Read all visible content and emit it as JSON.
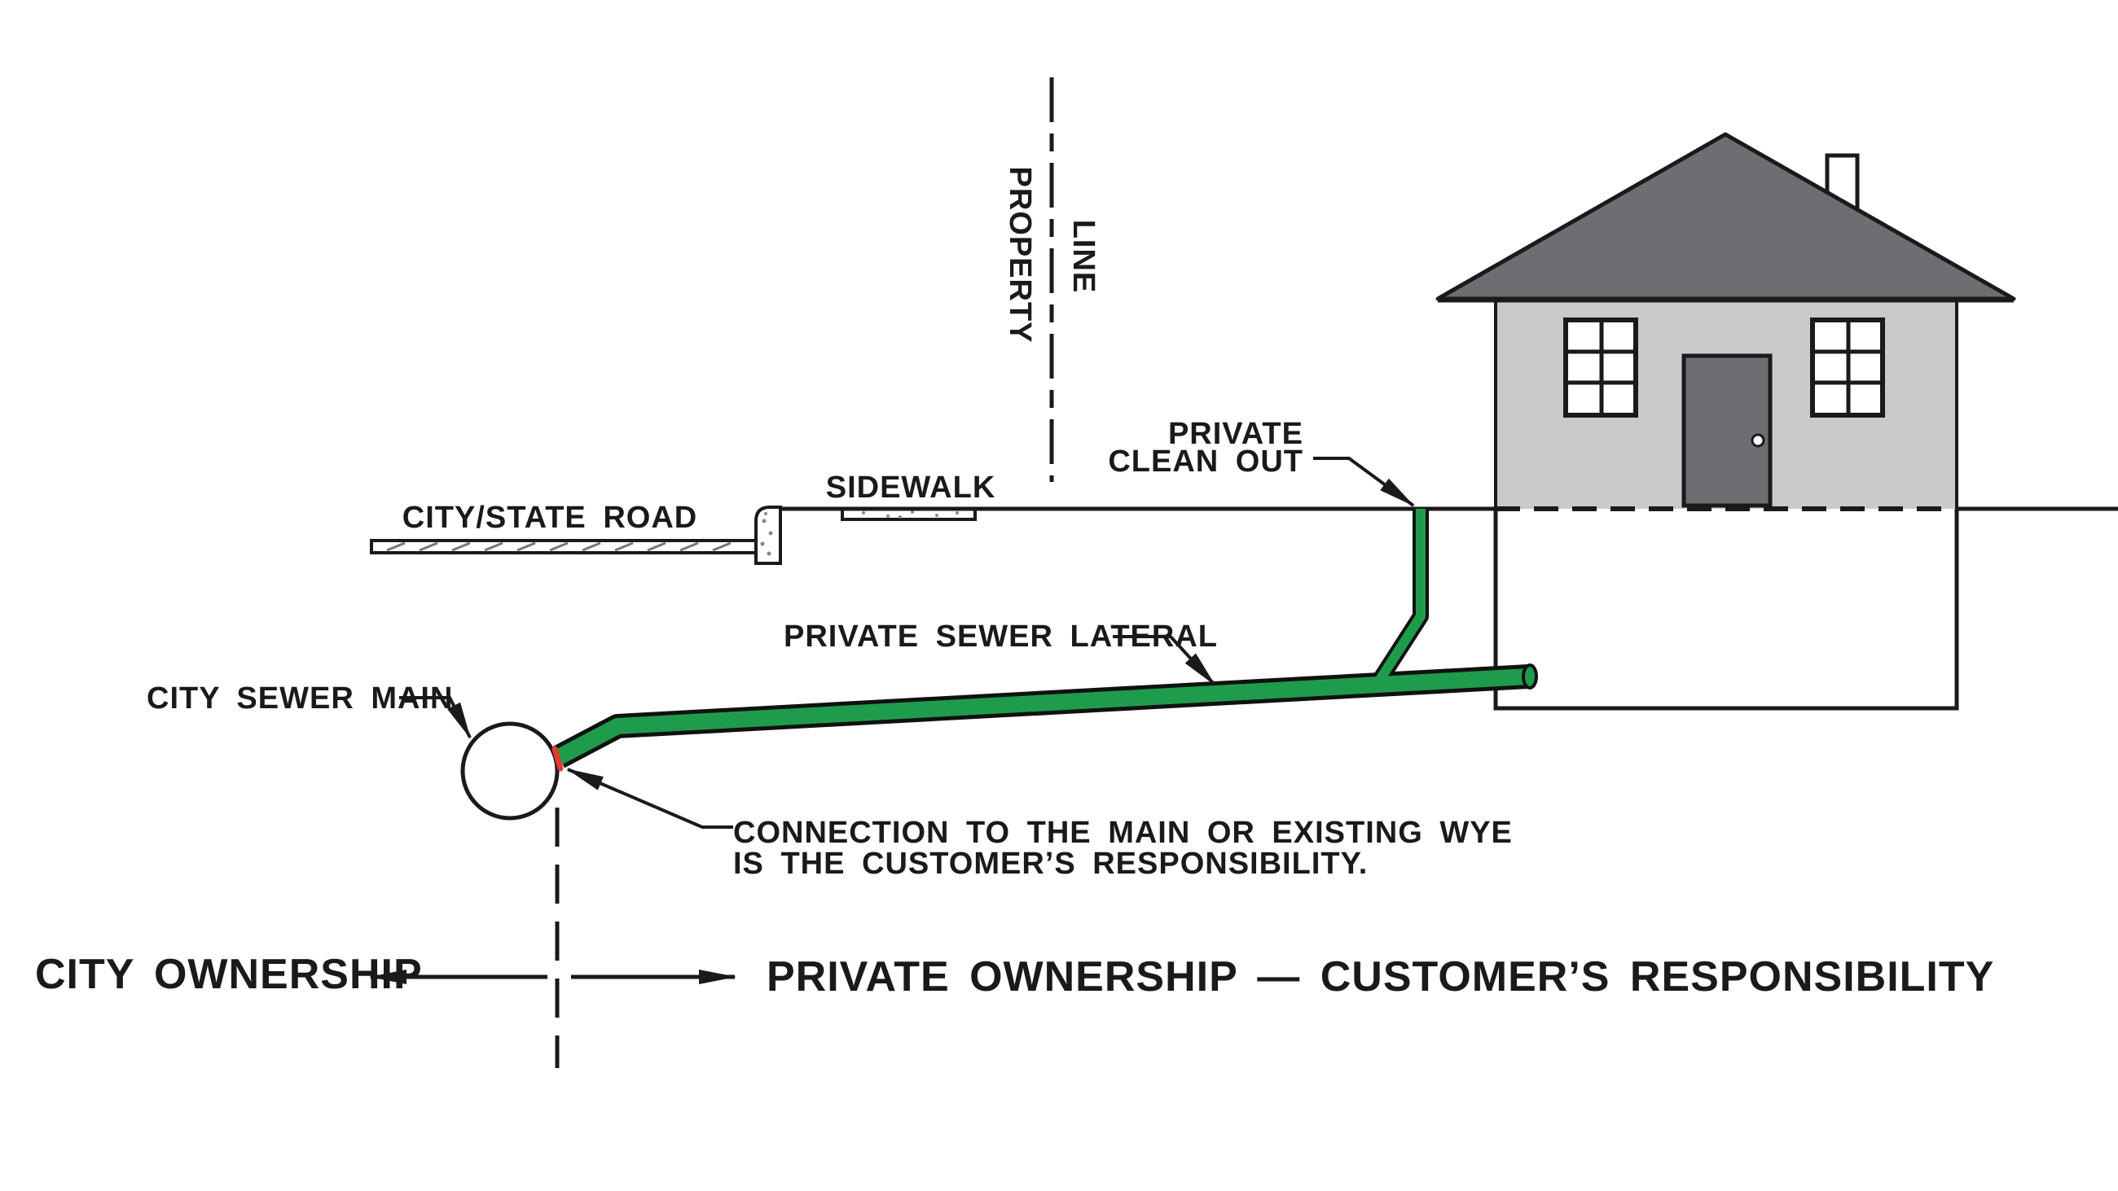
{
  "colors": {
    "pipe_green": "#1E9C4C",
    "connection_red": "#E23B2E",
    "roof_gray": "#6D6E71",
    "wall_gray": "#C9CACC",
    "door_gray": "#6D6E71",
    "line_black": "#1A1A1A"
  },
  "labels": {
    "road": "CITY/STATE ROAD",
    "sidewalk": "SIDEWALK",
    "property": "PROPERTY",
    "property_line": "LINE",
    "clean_out_line1": "PRIVATE",
    "clean_out_line2": "CLEAN OUT",
    "sewer_lateral": "PRIVATE SEWER LATERAL",
    "sewer_main": "CITY SEWER MAIN",
    "note_line1": "CONNECTION TO THE MAIN OR EXISTING WYE",
    "note_line2": "IS THE CUSTOMER’S RESPONSIBILITY.",
    "city_ownership": "CITY OWNERSHIP",
    "private_ownership": "PRIVATE OWNERSHIP — CUSTOMER’S RESPONSIBILITY"
  }
}
